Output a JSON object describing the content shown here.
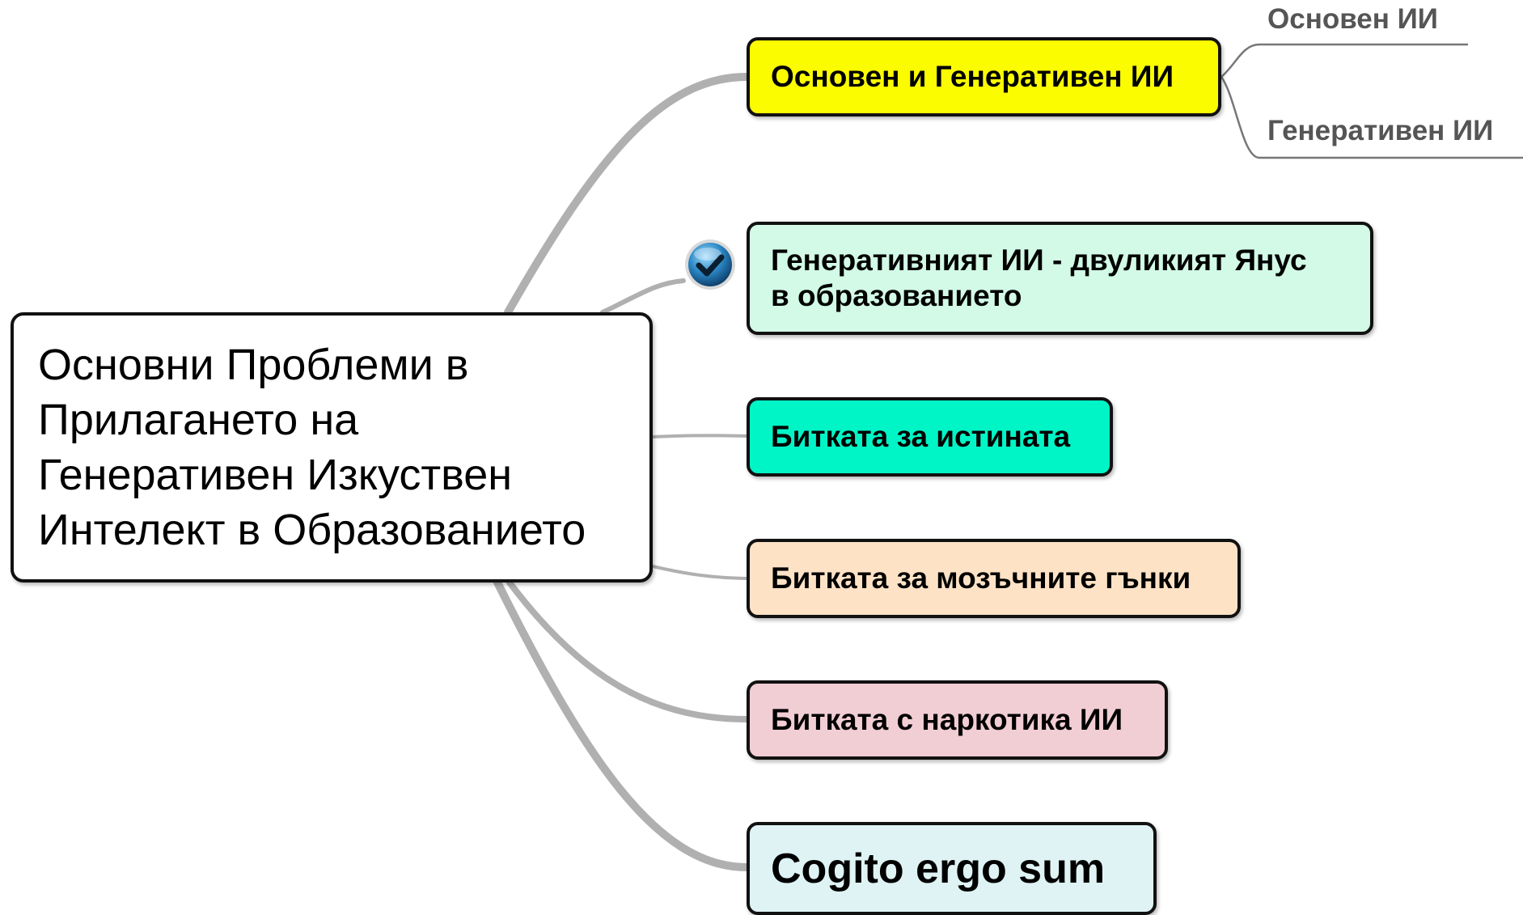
{
  "central_topic": {
    "lines": [
      "Основни Проблеми в",
      "Прилагането на",
      "Генеративен Изкуствен",
      "Интелект в Образованието"
    ]
  },
  "topics": [
    {
      "label": "Основен и Генеративен ИИ",
      "color": "#fbfc00",
      "subtopics": [
        {
          "label": "Основен ИИ"
        },
        {
          "label": "Генеративен ИИ"
        }
      ]
    },
    {
      "lines": [
        "Генеративният ИИ - двуликият Янус",
        "в образованието"
      ],
      "color": "#d2fae6",
      "marker": "checkmark-icon"
    },
    {
      "label": "Битката за истината",
      "color": "#00f5c6"
    },
    {
      "label": "Битката за мозъчните гънки",
      "color": "#fde2c6"
    },
    {
      "label": "Битката с наркотика ИИ",
      "color": "#f1cdd4"
    },
    {
      "label": "Cogito ergo sum",
      "color": "#dff3f4"
    }
  ],
  "connector_color": "#b0b0b0",
  "subline_color": "#777777"
}
